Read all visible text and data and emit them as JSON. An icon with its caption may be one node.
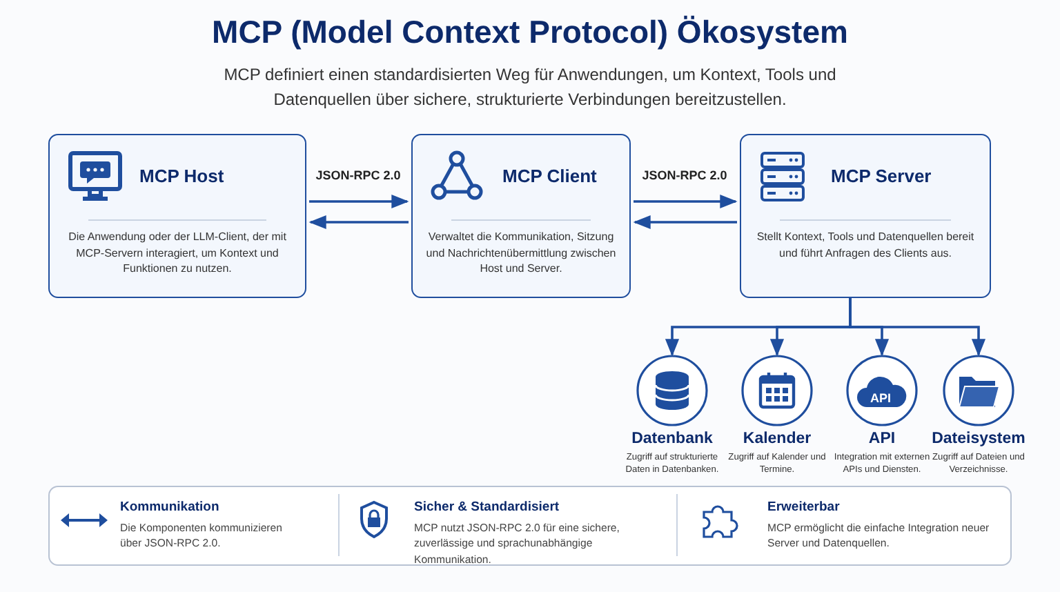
{
  "diagram": {
    "title": "MCP (Model Context Protocol) Ökosystem",
    "nodes": [
      {
        "text": [
          "MCP Host",
          "Die Anwendung oder der LLM-Client, der mit MCP-Servern interagiert, um Kontext und Funktionen zu nutzen."
        ]
      },
      {
        "text": [
          "MCP Client",
          "Verwaltet die Kommunikation, Sitzung und Nachrichtenübermittlung zwischen Host und Server."
        ]
      },
      {
        "text": [
          "MCP Server",
          "Stellt Kontext, Tools und Datenquellen bereit und führt Anfragen des Clients aus."
        ]
      },
      {
        "text": [
          "Datenbank",
          "Zugriff auf strukturierte Daten in Datenbanken."
        ]
      },
      {
        "text": [
          "Kalender",
          "Zugriff auf Kalender und Termine."
        ]
      },
      {
        "text": [
          "API",
          "API",
          "Integration mit externen APIs und Diensten."
        ]
      },
      {
        "text": [
          "Dateisystem",
          "Zugriff auf Dateien und Verzeichnisse."
        ]
      }
    ],
    "edges": [
      {
        "from": 0,
        "to": 1,
        "arrow": "to",
        "label": "JSON-RPC 2.0"
      },
      {
        "from": 1,
        "to": 0,
        "arrow": "to"
      },
      {
        "from": 1,
        "to": 2,
        "arrow": "to",
        "label": "JSON-RPC 2.0"
      },
      {
        "from": 2,
        "to": 1,
        "arrow": "to"
      },
      {
        "from": 2,
        "to": 3,
        "arrow": "to"
      },
      {
        "from": 2,
        "to": 4,
        "arrow": "to"
      },
      {
        "from": 2,
        "to": 5,
        "arrow": "to"
      },
      {
        "from": 2,
        "to": 6,
        "arrow": "to"
      }
    ],
    "labels": [
      "MCP definiert einen standardisierten Weg für Anwendungen, um Kontext, Tools und Datenquellen über sichere, strukturierte Verbindungen bereitzustellen.",
      "Kommunikation",
      "Die Komponenten kommunizieren über JSON-RPC 2.0.",
      "Sicher & Standardisiert",
      "MCP nutzt JSON-RPC 2.0 für eine sichere, zuverlässige und sprachunabhängige Kommunikation.",
      "Erweiterbar",
      "MCP ermöglicht die einfache Integration neuer Server und Datenquellen."
    ]
  }
}
